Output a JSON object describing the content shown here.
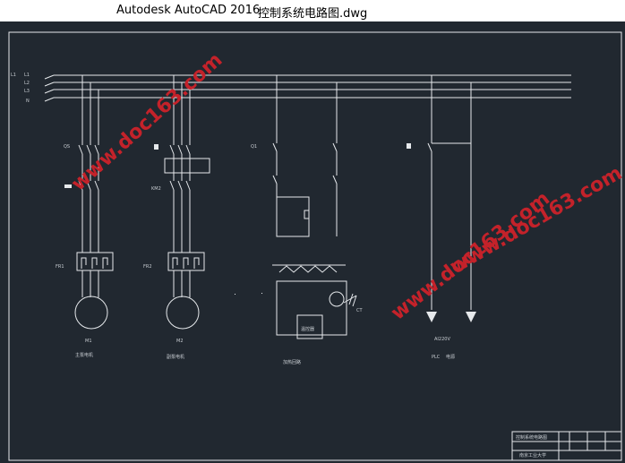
{
  "window": {
    "app_title": "Autodesk AutoCAD 2016",
    "document_title": "控制系统电路图.dwg"
  },
  "bus_labels": {
    "l1_left": "L1",
    "l1": "L1",
    "l2": "L2",
    "l3": "L3",
    "n": "N"
  },
  "labels": {
    "qs": "QS",
    "km2": "KM2",
    "qs_right": "Q1",
    "fr1": "FR1",
    "fr2": "FR2",
    "m1": "M1",
    "m2": "M2",
    "ct": "CT",
    "ai": "AI220V",
    "main_motor": "主泵电机",
    "aux_motor": "副泵电机",
    "heating_loop": "加热回路",
    "plc": "PLC",
    "power": "电源",
    "controller": "温控器"
  },
  "title_block": {
    "drawing_name": "控制系统电路图",
    "school": "南京工业大学"
  },
  "watermarks": [
    "www.doc163.com",
    "www.doc163.com",
    "www.doc163.com"
  ]
}
